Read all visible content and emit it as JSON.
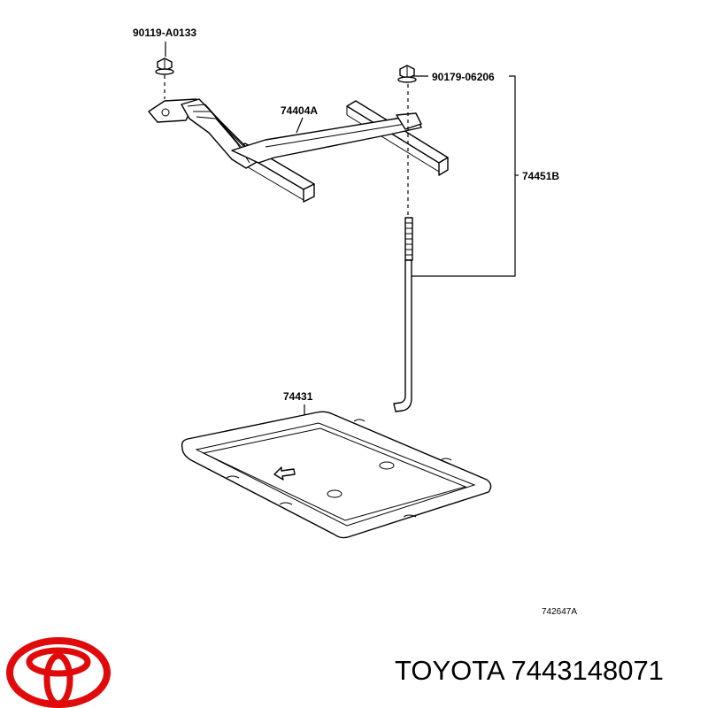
{
  "diagram": {
    "parts": {
      "bolt_left": "90119-A0133",
      "bolt_right": "90179-06206",
      "clamp": "74404A",
      "clamp_assembly": "74451B",
      "tray": "74431"
    },
    "drawing_ref": "742647A"
  },
  "footer": {
    "brand": "TOYOTA",
    "part_number": "7443148071",
    "logo_color": "#e10a0a"
  },
  "icons": [
    "toyota-logo-icon",
    "bolt-icon",
    "arrow-icon"
  ]
}
